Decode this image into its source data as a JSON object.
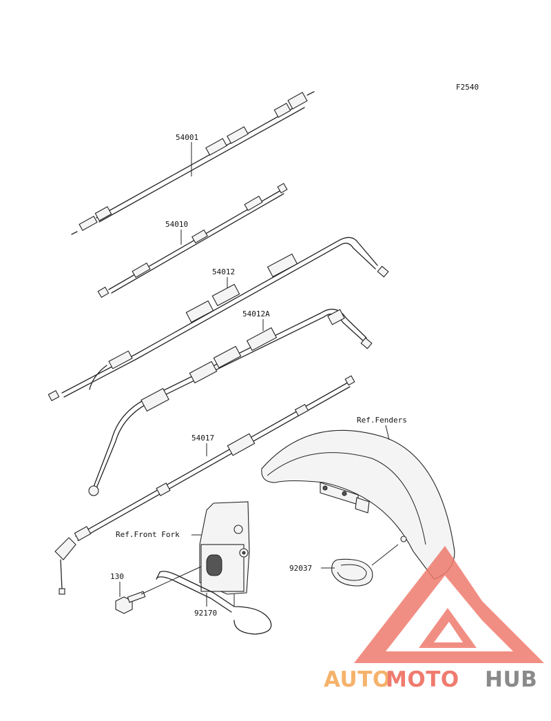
{
  "figure_code": "F2540",
  "callouts": {
    "p54001": "54001",
    "p54010": "54010",
    "p54012": "54012",
    "p54012a": "54012A",
    "p54017": "54017",
    "ref_fenders": "Ref.Fenders",
    "ref_front_fork": "Ref.Front Fork",
    "p92037": "92037",
    "p130": "130",
    "p92170": "92170"
  },
  "watermark": {
    "part1": "AUTO",
    "part2": "MOTO",
    "part3": "HUB",
    "color_orange": "#f5b26b",
    "color_red": "#ef7b6e",
    "color_gray": "#8a8a8a"
  }
}
